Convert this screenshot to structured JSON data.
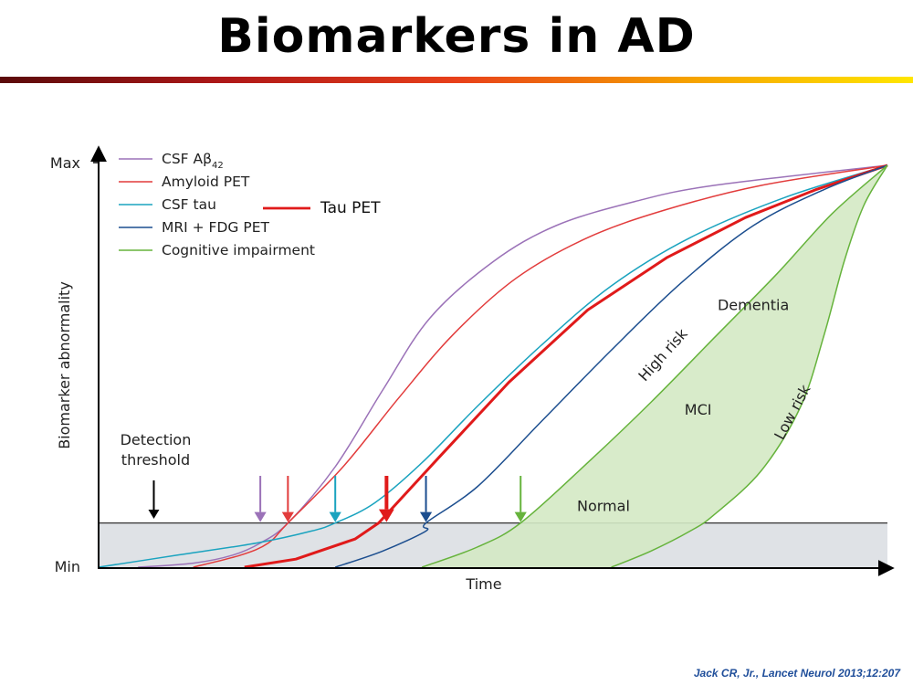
{
  "slide": {
    "title": "Biomarkers in AD",
    "citation": "Jack CR, Jr., Lancet Neurol 2013;12:207",
    "title_bar_colors": [
      "#5a0a0a",
      "#b01818",
      "#e8401a",
      "#f5a000",
      "#ffe600"
    ]
  },
  "chart_data": {
    "type": "line",
    "ylabel": "Biomarker abnormality",
    "xlabel": "Time",
    "y_ticks": [
      "Min",
      "Max"
    ],
    "xlim": [
      0,
      100
    ],
    "ylim": [
      0,
      100
    ],
    "threshold": {
      "y": 11,
      "label": "Detection\nthreshold",
      "band_color": "#dfe2e6"
    },
    "series": [
      {
        "name": "CSF Aβ",
        "name_sub": "42",
        "color": "#9b72b8",
        "points": [
          [
            5,
            0
          ],
          [
            12,
            1
          ],
          [
            17,
            3
          ],
          [
            20.5,
            6
          ],
          [
            24,
            11
          ],
          [
            30,
            25
          ],
          [
            36,
            44
          ],
          [
            42,
            62
          ],
          [
            50,
            76
          ],
          [
            58,
            85
          ],
          [
            68,
            91
          ],
          [
            78,
            95
          ],
          [
            100,
            100
          ]
        ]
      },
      {
        "name": "Amyloid PET",
        "color": "#e23c3c",
        "points": [
          [
            12,
            0
          ],
          [
            18,
            3
          ],
          [
            21.5,
            6
          ],
          [
            24,
            11
          ],
          [
            31,
            25
          ],
          [
            38,
            42
          ],
          [
            45,
            58
          ],
          [
            53,
            72
          ],
          [
            62,
            82
          ],
          [
            72,
            89
          ],
          [
            84,
            95
          ],
          [
            100,
            100
          ]
        ]
      },
      {
        "name": "CSF tau",
        "color": "#1aa3bf",
        "points": [
          [
            0,
            0
          ],
          [
            10,
            3
          ],
          [
            20,
            6
          ],
          [
            27,
            9
          ],
          [
            30,
            11
          ],
          [
            35,
            16
          ],
          [
            41,
            26
          ],
          [
            48,
            40
          ],
          [
            56,
            55
          ],
          [
            65,
            70
          ],
          [
            75,
            82
          ],
          [
            87,
            92
          ],
          [
            100,
            100
          ]
        ]
      },
      {
        "name": "Tau PET",
        "color": "#e01a1a",
        "points": [
          [
            18.5,
            0
          ],
          [
            25,
            2
          ],
          [
            32.5,
            7
          ],
          [
            35.5,
            11
          ],
          [
            43,
            27
          ],
          [
            52,
            46
          ],
          [
            62,
            64
          ],
          [
            72,
            77
          ],
          [
            82,
            87
          ],
          [
            91,
            94
          ],
          [
            100,
            100
          ]
        ]
      },
      {
        "name": "MRI + FDG PET",
        "color": "#1c4e8f",
        "points": [
          [
            30,
            0
          ],
          [
            36,
            4
          ],
          [
            41.5,
            9
          ],
          [
            41.5,
            11
          ],
          [
            48,
            20
          ],
          [
            56,
            36
          ],
          [
            65,
            54
          ],
          [
            74,
            71
          ],
          [
            83,
            85
          ],
          [
            92,
            94
          ],
          [
            100,
            100
          ]
        ]
      },
      {
        "name": "Cognitive impairment",
        "color": "#66b33c",
        "points": [
          [
            41,
            0
          ],
          [
            48,
            5
          ],
          [
            53.5,
            11
          ],
          [
            62,
            26
          ],
          [
            70,
            41
          ],
          [
            78,
            57
          ],
          [
            86,
            73
          ],
          [
            93,
            88
          ],
          [
            100,
            100
          ]
        ]
      }
    ],
    "markers": [
      {
        "series": "CSF Aβ",
        "x": 20.5,
        "color": "#9b72b8",
        "bold": false
      },
      {
        "series": "Amyloid PET",
        "x": 24,
        "color": "#e23c3c",
        "bold": false
      },
      {
        "series": "CSF tau",
        "x": 30,
        "color": "#1aa3bf",
        "bold": false
      },
      {
        "series": "Tau PET",
        "x": 36.5,
        "color": "#e01a1a",
        "bold": true
      },
      {
        "series": "MRI + FDG PET",
        "x": 41.5,
        "color": "#1c4e8f",
        "bold": false
      },
      {
        "series": "Cognitive impairment",
        "x": 53.5,
        "color": "#66b33c",
        "bold": false
      }
    ],
    "detection_marker": {
      "x": 7,
      "color": "#000000"
    },
    "cognitive_band": {
      "fill": "#d4e9c4",
      "stroke": "#66b33c",
      "high_risk": [
        [
          41,
          0
        ],
        [
          48,
          5
        ],
        [
          53.5,
          11
        ],
        [
          62,
          26
        ],
        [
          70,
          41
        ],
        [
          78,
          57
        ],
        [
          86,
          73
        ],
        [
          93,
          88
        ],
        [
          100,
          100
        ]
      ],
      "low_risk": [
        [
          65,
          0
        ],
        [
          70,
          4
        ],
        [
          75,
          9
        ],
        [
          78,
          13
        ],
        [
          84,
          24
        ],
        [
          89,
          40
        ],
        [
          92,
          58
        ],
        [
          94.5,
          76
        ],
        [
          97,
          90
        ],
        [
          100,
          100
        ]
      ]
    },
    "annotations": [
      {
        "text": "Normal",
        "x": 64,
        "y": 14,
        "rotate": 0
      },
      {
        "text": "MCI",
        "x": 76,
        "y": 38,
        "rotate": 0
      },
      {
        "text": "Dementia",
        "x": 83,
        "y": 64,
        "rotate": 0
      },
      {
        "text": "High risk",
        "x": 72,
        "y": 52,
        "rotate": -48
      },
      {
        "text": "Low risk",
        "x": 88.5,
        "y": 38,
        "rotate": -62
      }
    ],
    "legend": {
      "position": "top-left"
    },
    "grid": false
  }
}
